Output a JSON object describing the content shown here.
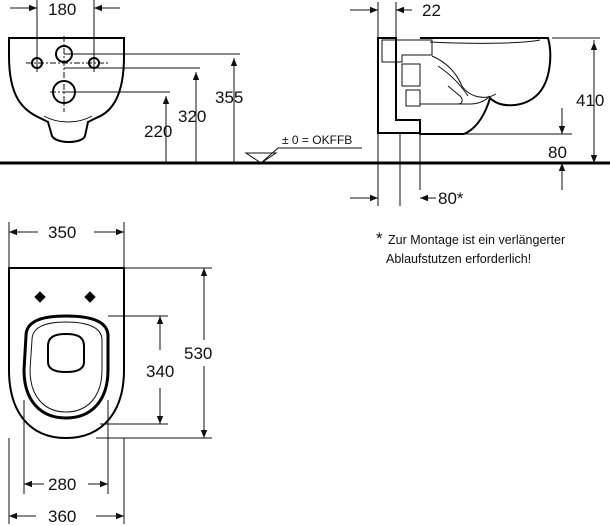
{
  "front_view": {
    "dim_width": "180",
    "dim_355": "355",
    "dim_320": "320",
    "dim_220": "220",
    "floor_reference": "± 0 = OKFFB"
  },
  "side_view": {
    "dim_22": "22",
    "dim_410": "410",
    "dim_80": "80",
    "dim_80_star": "80*"
  },
  "top_view": {
    "dim_350": "350",
    "dim_530": "530",
    "dim_340": "340",
    "dim_280": "280",
    "dim_360": "360"
  },
  "note": {
    "star": "*",
    "line1": "Zur Montage ist ein verlängerter",
    "line2": "Ablaufstutzen erforderlich!"
  }
}
